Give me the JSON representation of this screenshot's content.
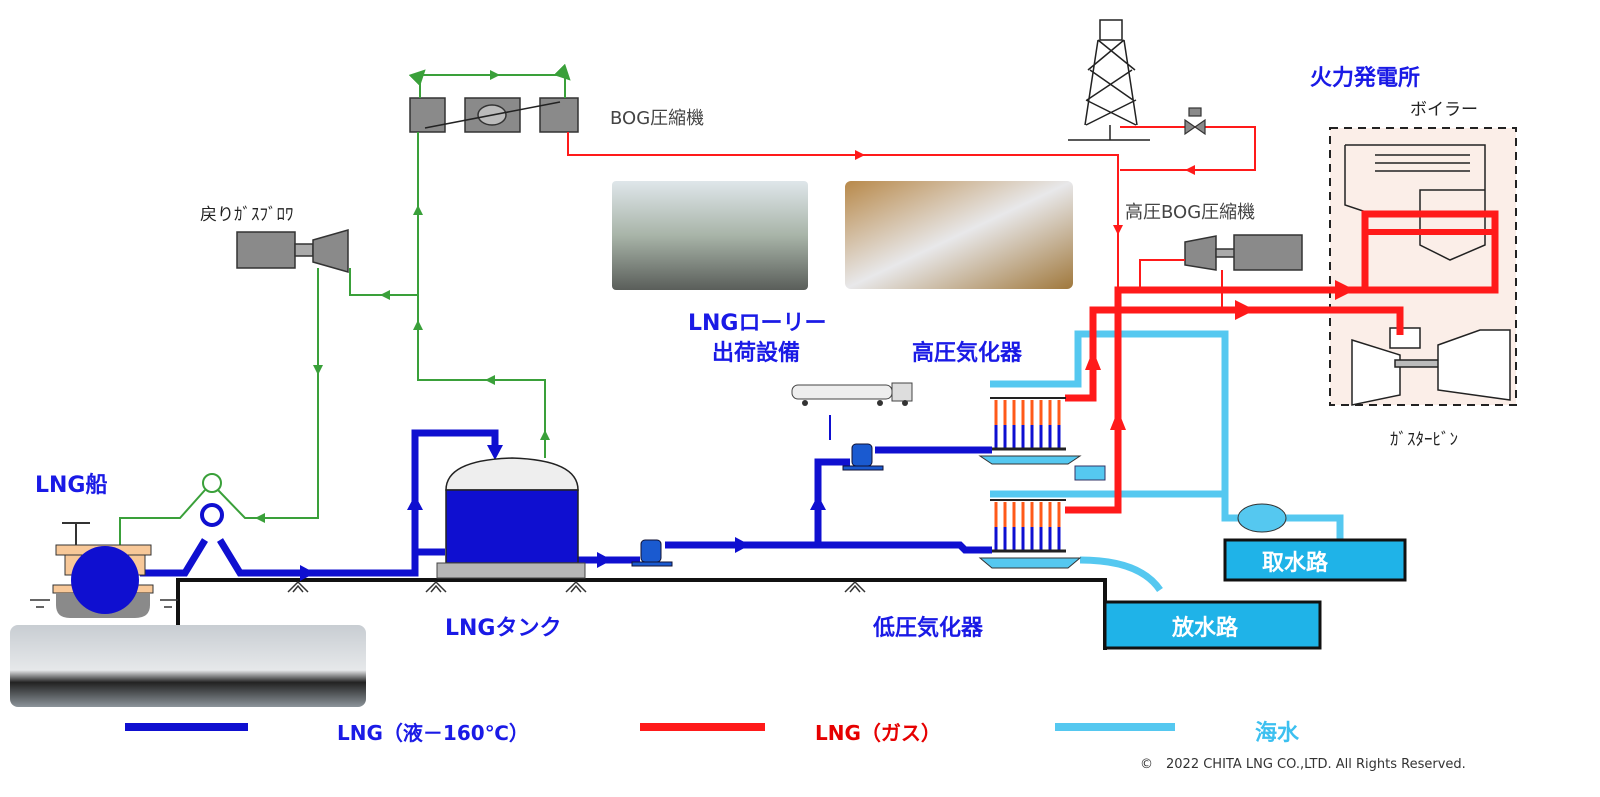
{
  "labels": {
    "bog_compressor": "BOG圧縮機",
    "return_gas_blower": "戻りｶﾞｽﾌﾞﾛﾜ",
    "power_plant": "火力発電所",
    "boiler": "ボイラー",
    "hp_bog_compressor": "高圧BOG圧縮機",
    "lorry_line1": "LNGローリー",
    "lorry_line2": "出荷設備",
    "hp_vaporizer": "高圧気化器",
    "gas_turbine": "ｶﾞｽﾀｰﾋﾞﾝ",
    "lng_ship": "LNG船",
    "lng_tank": "LNGタンク",
    "lp_vaporizer": "低圧気化器",
    "intake": "取水路",
    "discharge": "放水路"
  },
  "legend": [
    {
      "label": "LNG（液－160℃）",
      "color": "#0f0fd0"
    },
    {
      "label": "LNG（ガス）",
      "color": "#ff1a1a"
    },
    {
      "label": "海水",
      "color": "#55c8f0"
    }
  ],
  "colors": {
    "lng_liquid": "#0f0fd0",
    "lng_gas": "#ff1a1a",
    "seawater": "#55c8f0",
    "bog": "#3aa03a",
    "equipment": "#8a8a8a"
  },
  "copyright": "©　2022 CHITA LNG CO.,LTD.  All Rights Reserved."
}
